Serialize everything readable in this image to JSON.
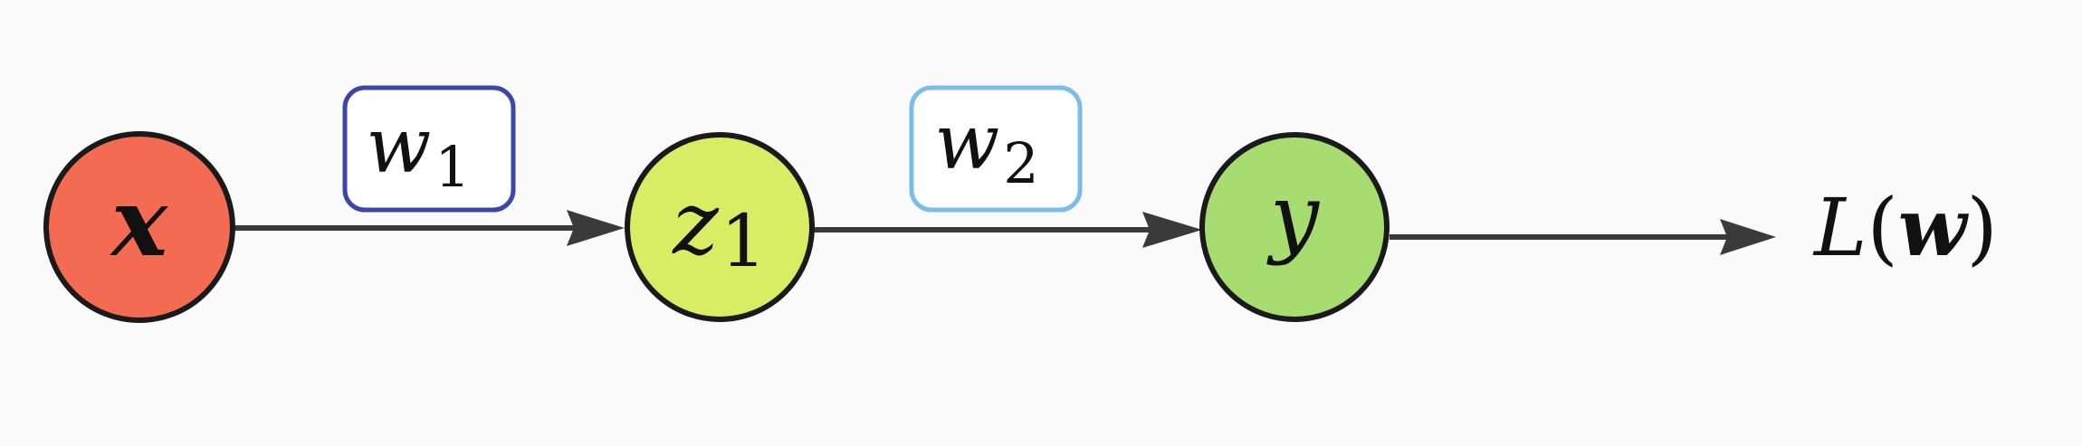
{
  "diagram": {
    "nodes": [
      {
        "id": "x",
        "label": "x",
        "sub": "",
        "fill": "#f26b52"
      },
      {
        "id": "z1",
        "label": "z",
        "sub": "1",
        "fill": "#d9ec64"
      },
      {
        "id": "y",
        "label": "y",
        "sub": "",
        "fill": "#a7dc70"
      }
    ],
    "weights": [
      {
        "id": "w1",
        "label": "w",
        "sub": "1",
        "border": "#3b46a6"
      },
      {
        "id": "w2",
        "label": "w",
        "sub": "2",
        "border": "#7bbde9"
      }
    ],
    "output": {
      "func": "L",
      "open": "(",
      "arg": "w",
      "close": ")"
    },
    "colors": {
      "background": "#fafafa",
      "stroke": "#1a1a1a",
      "arrow": "#3a3a3a"
    }
  }
}
